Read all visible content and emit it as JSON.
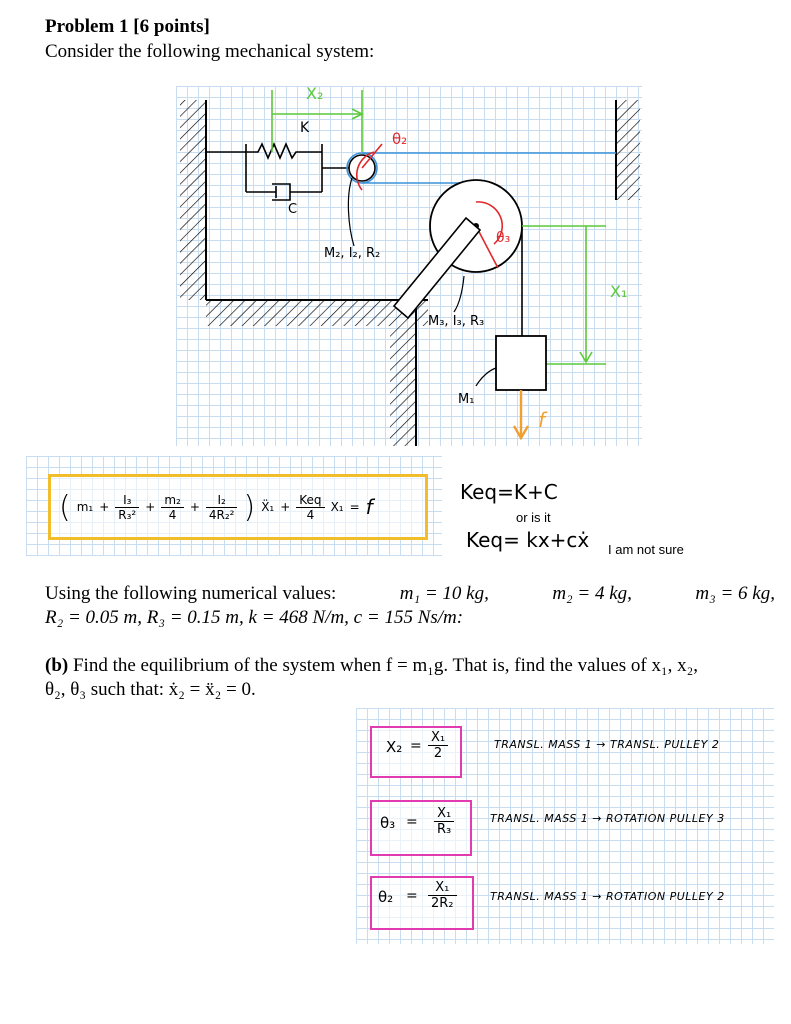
{
  "header": {
    "title": "Problem 1 [6 points]",
    "intro": "Consider the following mechanical system:"
  },
  "figure": {
    "x2_label": "X₂",
    "k_label": "K",
    "c_label": "C",
    "theta2_label": "θ₂",
    "theta3_label": "θ₃",
    "x1_label": "X₁",
    "m2_label": "M₂, I₂, R₂",
    "m3_label": "M₃, I₃, R₃",
    "m1_label": "M₁",
    "f_label": "f",
    "colors": {
      "green": "#5ac83c",
      "red": "#e0282a",
      "blue": "#3b92d8",
      "orange": "#f0a030",
      "grid": "#c9ddf0"
    }
  },
  "equation": {
    "m1": "m₁",
    "i3": "I₃",
    "r3sq": "R₃²",
    "m2": "m₂",
    "four": "4",
    "i2": "I₂",
    "four_r2sq": "4R₂²",
    "x1ddot": "Ẍ₁",
    "keq": "Keq",
    "x1": "X₁",
    "f": "f",
    "plus": "+",
    "equals": "=",
    "note_keq1": "Keq=K+C",
    "note_or": "or is it",
    "note_keq2": "Keq= kx+cẋ",
    "note_unsure": "I am not sure"
  },
  "values_text": {
    "lead": "Using the following numerical values:",
    "m1": "m₁ = 10 kg,",
    "m2": "m₂ = 4 kg,",
    "m3": "m₃ = 6 kg,",
    "line2": "R₂ = 0.05 m, R₃ = 0.15 m, k = 468 N/m, c = 155 Ns/m:"
  },
  "part_b": {
    "label": "(b)",
    "text1": "Find the equilibrium of the system when f = m₁g. That is, find the values of x₁, x₂,",
    "text2": "θ₂, θ₃ such that: ẋ₂ = ẍ₂ = 0."
  },
  "answers": [
    {
      "lhs": "X₂",
      "num": "X₁",
      "den": "2",
      "note": "TRANSL. MASS 1 → TRANSL. PULLEY 2"
    },
    {
      "lhs": "θ₃",
      "num": "X₁",
      "den": "R₃",
      "note": "TRANSL. MASS 1 → ROTATION PULLEY 3"
    },
    {
      "lhs": "θ₂",
      "num": "X₁",
      "den": "2R₂",
      "note": "TRANSL. MASS 1 → ROTATION PULLEY 2"
    }
  ]
}
